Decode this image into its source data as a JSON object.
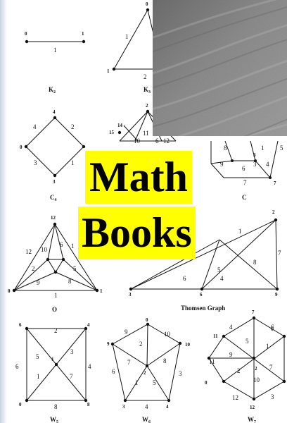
{
  "cover": {
    "title_line1": "Math",
    "title_line2": "Books",
    "title_bg": "#ffff00",
    "title_color": "#000000"
  },
  "photo": {
    "subject": "sand-texture",
    "tone": "#8a8a8a"
  },
  "graphs": {
    "k2": {
      "name": "K",
      "sub": "2",
      "vertices": [
        "0",
        "1"
      ],
      "edges": [
        "1"
      ]
    },
    "k3": {
      "name": "K",
      "sub": "3",
      "vertices": [
        "0",
        "1"
      ],
      "edges": [
        "1",
        "2"
      ]
    },
    "c4": {
      "name": "C",
      "sub": "4",
      "vertices": [
        "4",
        "0",
        "3"
      ],
      "edges": [
        "4",
        "2",
        "3",
        "1"
      ]
    },
    "upper_center": {
      "vertices": [
        "2",
        "14",
        "15"
      ],
      "edges": [
        "10",
        "11",
        "6",
        "12"
      ]
    },
    "c": {
      "name": "C",
      "vertices": [
        "3",
        "7"
      ],
      "edges": [
        "8",
        "1",
        "5",
        "9",
        "3",
        "6",
        "4",
        "7"
      ]
    },
    "o": {
      "name": "O",
      "vertices": [
        "12",
        "0",
        "1"
      ],
      "edges": [
        "12",
        "10",
        "6",
        "1",
        "2",
        "5",
        "9",
        "8",
        "1"
      ]
    },
    "thomsen": {
      "name": "Thomsen Graph",
      "vertices": [
        "2",
        "3",
        "6",
        "9"
      ],
      "edges": [
        "1",
        "7",
        "8",
        "5",
        "4",
        "6"
      ]
    },
    "w5": {
      "name": "W",
      "sub": "5",
      "vertices": [
        "6",
        "4",
        "1",
        "0",
        "8"
      ],
      "edges": [
        "2",
        "5",
        "3",
        "6",
        "4",
        "1",
        "7",
        "8"
      ]
    },
    "w6": {
      "name": "W",
      "sub": "6",
      "vertices": [
        "0",
        "9",
        "10",
        "2",
        "3",
        "4"
      ],
      "edges": [
        "9",
        "10",
        "2",
        "7",
        "8",
        "6",
        "1",
        "5",
        "3",
        "4"
      ]
    },
    "w7": {
      "name": "W",
      "sub": "7",
      "vertices": [
        "7",
        "11",
        "6",
        "2",
        "0",
        "12"
      ],
      "edges": [
        "4",
        "6",
        "5",
        "1",
        "9",
        "11",
        "2",
        "7",
        "10",
        "12",
        "3"
      ]
    }
  }
}
